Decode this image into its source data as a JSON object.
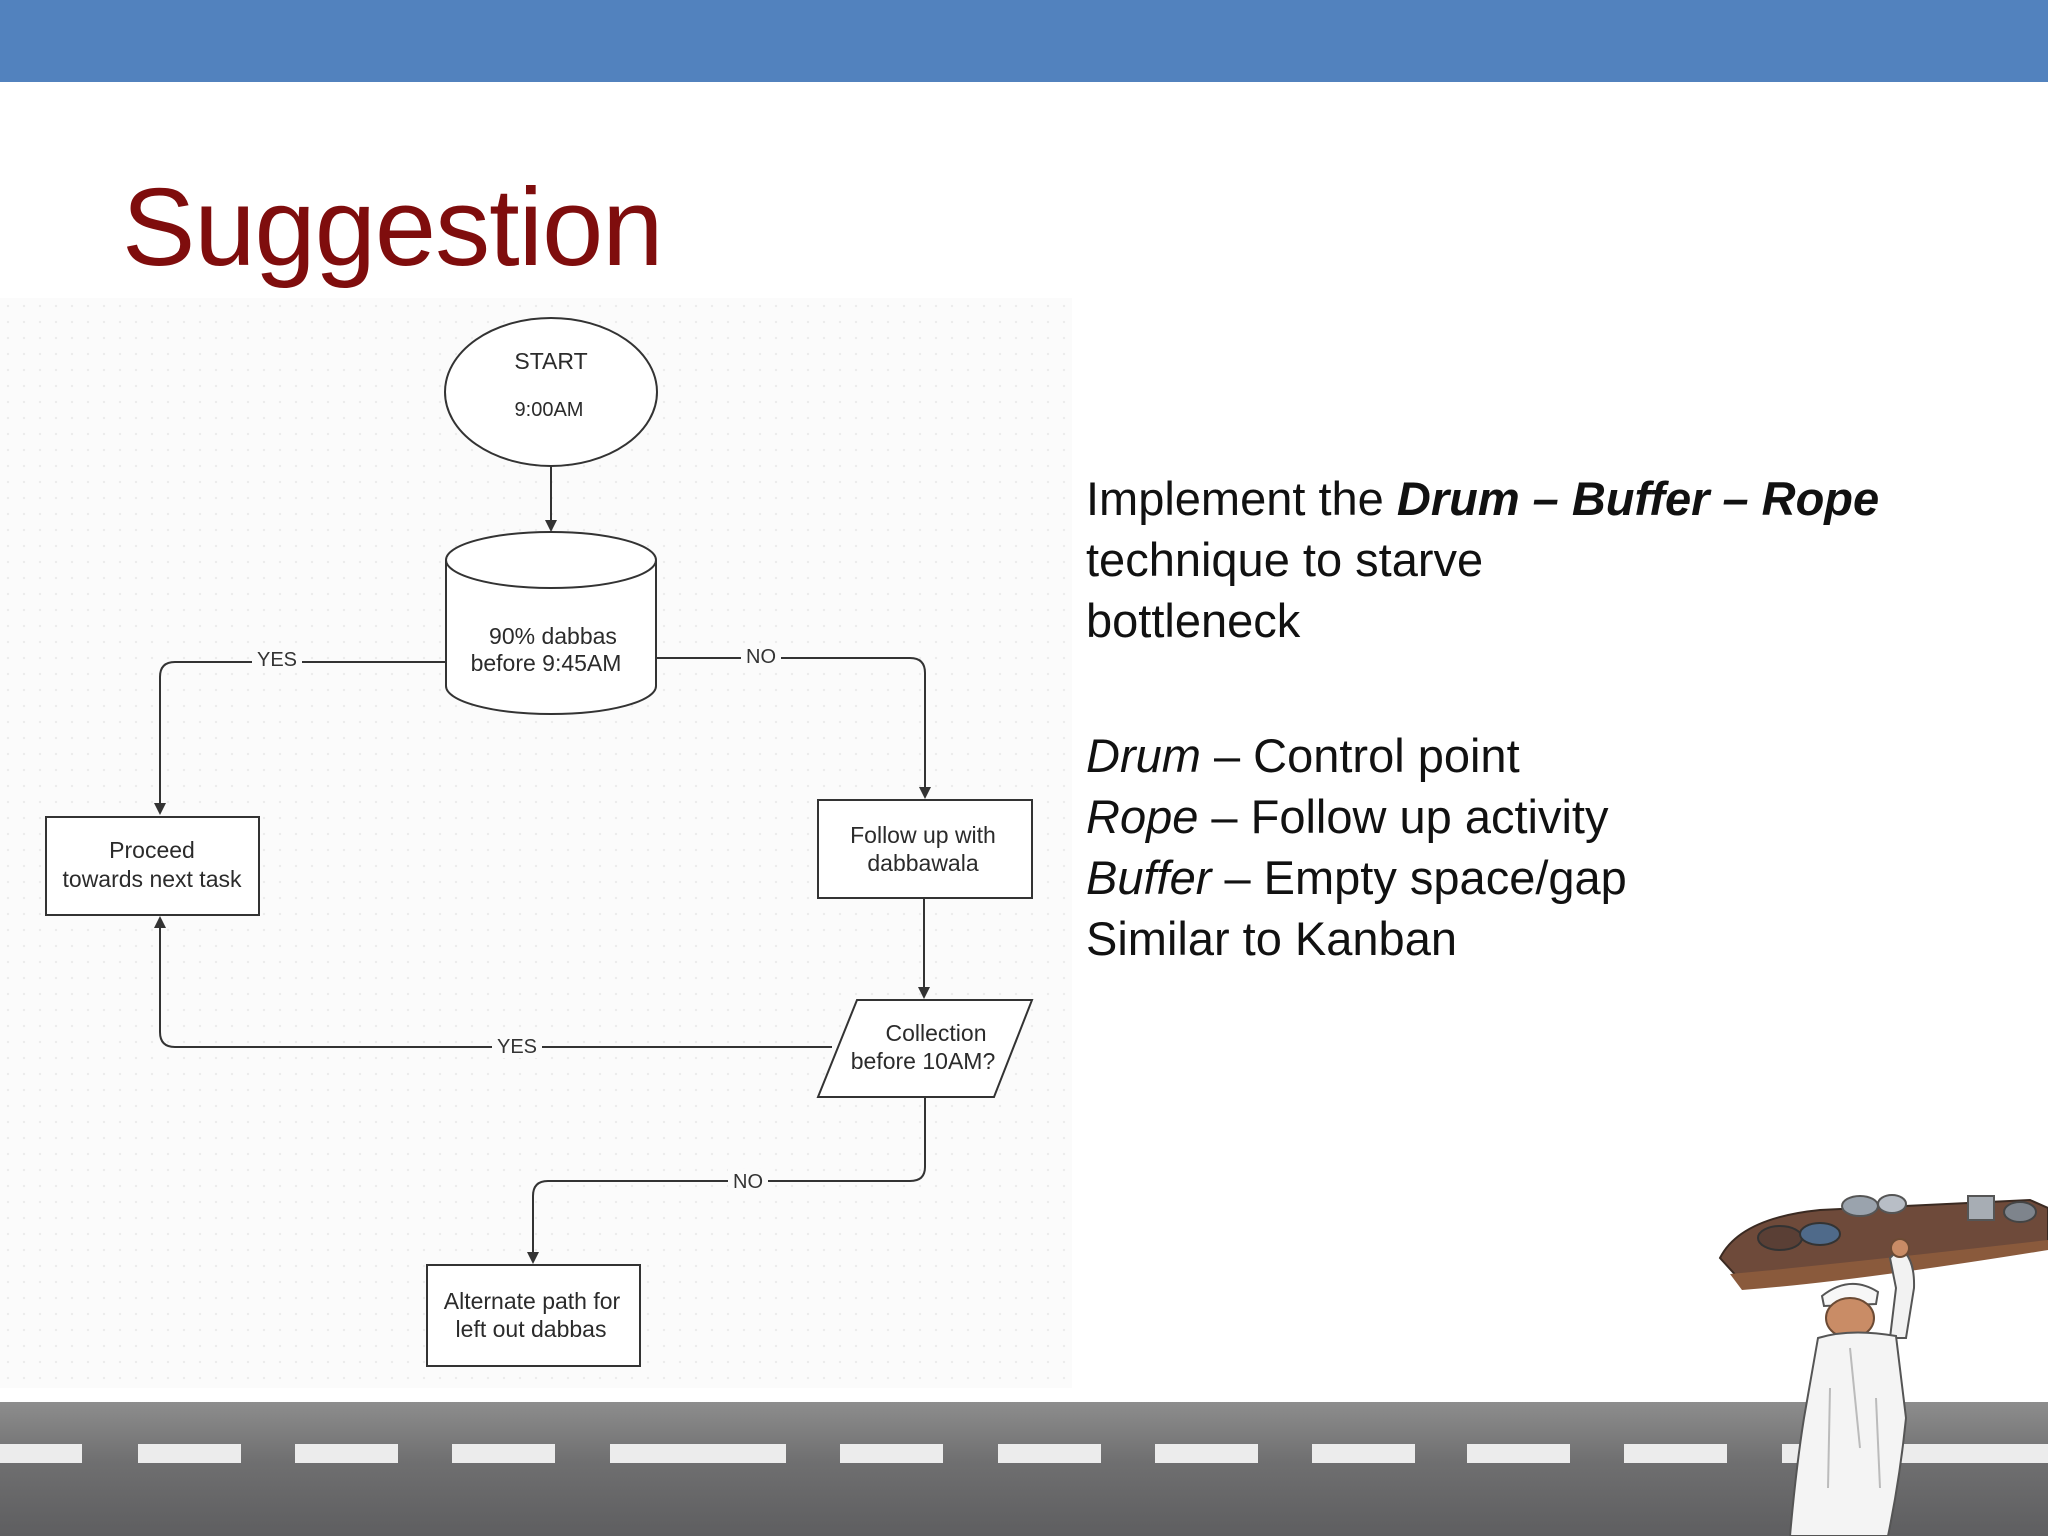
{
  "slide": {
    "title": "Suggestion",
    "accent_color": "#7f0d0d",
    "band_color": "#5282be"
  },
  "flowchart": {
    "start": {
      "label": "START",
      "time": "9:00AM"
    },
    "decision_dabbas": {
      "line1": "90% dabbas",
      "line2": "before 9:45AM"
    },
    "proceed": {
      "line1": "Proceed",
      "line2": "towards next task"
    },
    "follow_up": {
      "line1": "Follow up with",
      "line2": "dabbawala"
    },
    "collection": {
      "line1": "Collection",
      "line2": "before 10AM?"
    },
    "alternate": {
      "line1": "Alternate path for",
      "line2": "left out dabbas"
    },
    "edge_labels": {
      "yes_top": "YES",
      "no_top": "NO",
      "yes_bottom": "YES",
      "no_bottom": "NO"
    }
  },
  "content": {
    "intro_prefix": "Implement the ",
    "intro_emphasis": "Drum – Buffer – Rope",
    "intro_line2": "technique to starve",
    "intro_line3": "bottleneck",
    "definitions": [
      {
        "term": "Drum",
        "desc": " – Control point"
      },
      {
        "term": "Rope",
        "desc": " – Follow up activity"
      },
      {
        "term": "Buffer",
        "desc": " – Empty space/gap"
      }
    ],
    "closing": "Similar to Kanban"
  },
  "decor": {
    "road_icon": "road-illustration",
    "mascot_icon": "dabbawala-carrier-illustration"
  }
}
